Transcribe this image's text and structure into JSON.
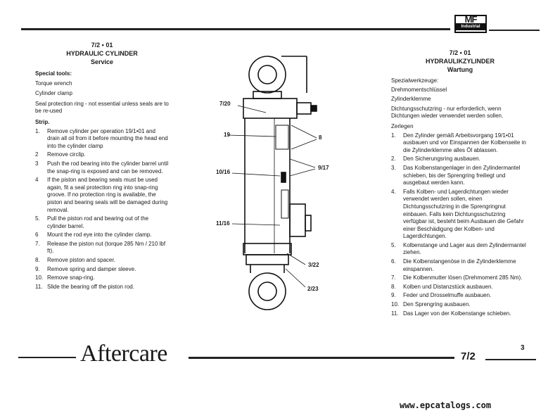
{
  "logo": {
    "mark": "MF",
    "sub": "Industrial"
  },
  "left": {
    "section": "7/2 • 01",
    "title": "HYDRAULIC CYLINDER",
    "subtitle": "Service",
    "tools_heading": "Special tools:",
    "tools": [
      "Torque wrench",
      "Cylinder clamp",
      "Seal protection ring - not essential unless seals are to be re-used"
    ],
    "strip_heading": "Strip.",
    "steps": [
      {
        "n": "1.",
        "t": "Remove cylinder per operation 19/1•01 and drain all oil from it before mounting the head end into the cylinder clamp"
      },
      {
        "n": "2",
        "t": "Remove circlip."
      },
      {
        "n": "3",
        "t": "Push the rod bearing into the cylinder barrel until the snap-ring is exposed and can be removed."
      },
      {
        "n": "4",
        "t": "If the piston and bearing seals must be used again, fit a seal protection ring into snap-ring groove. If no protection ring is available, the piston and bearing seals will be damaged during removal."
      },
      {
        "n": "5.",
        "t": "Pull the piston rod and bearing out of the cylinder barrel."
      },
      {
        "n": "6",
        "t": "Mount the rod eye into the cylinder clamp."
      },
      {
        "n": "7.",
        "t": "Release the piston nut (torque 285 Nm / 210 lbf ft)."
      },
      {
        "n": "8.",
        "t": "Remove piston and spacer."
      },
      {
        "n": "9.",
        "t": "Remove spring and damper sleeve."
      },
      {
        "n": "10.",
        "t": "Remove snap-ring."
      },
      {
        "n": "11.",
        "t": "Slide the bearing off the piston rod."
      }
    ]
  },
  "right": {
    "section": "7/2 • 01",
    "title": "HYDRAULIKZYLINDER",
    "subtitle": "Wartung",
    "tools_heading": "Spezialwerkzeuge:",
    "tools": [
      "Drehmomentschlüssel",
      "Zylinderklemme",
      "Dichtungsschutzring - nur erforderlich, wenn Dichtungen wieder verwendet werden sollen."
    ],
    "strip_heading": "Zerlegen",
    "steps": [
      {
        "n": "1.",
        "t": "Den Zylinder gemäß Arbeitsvorgang 19/1•01 ausbauen und vor Einspannen der Kolbenseite in die Zylinderklemme alles Öl ablassen."
      },
      {
        "n": "2.",
        "t": "Den Sicherungsring ausbauen."
      },
      {
        "n": "3.",
        "t": "Das Kolbenstangenlager in den Zylindermantel schieben, bis der Sprengring freiliegt und ausgebaut werden kann."
      },
      {
        "n": "4.",
        "t": "Falls Kolben- und Lagerdichtungen wieder verwendet werden sollen, einen Dichtungsschutzring in die Sprengringnut einbauen. Falls kein Dichtungsschutzring verfügbar ist, besteht beim Ausbauen die Gefahr einer Beschädigung der Kolben- und Lagerdichtungen."
      },
      {
        "n": "5.",
        "t": "Kolbenstange und Lager aus dem Zylindermantel ziehen."
      },
      {
        "n": "6.",
        "t": "Die Kolbenstangenöse in die Zylinderklemme einspannen."
      },
      {
        "n": "7.",
        "t": "Die Kolbenmutter lösen (Drehmoment 285 Nm)."
      },
      {
        "n": "8.",
        "t": "Kolben und Distanzstück ausbauen."
      },
      {
        "n": "9.",
        "t": "Feder und Drosselmuffe ausbauen."
      },
      {
        "n": "10.",
        "t": "Den Sprengring ausbauen."
      },
      {
        "n": "11.",
        "t": "Das Lager von der Kolbenstange schieben."
      }
    ]
  },
  "diagram": {
    "labels": [
      {
        "key": "a",
        "text": "7/20"
      },
      {
        "key": "b",
        "text": "19"
      },
      {
        "key": "c",
        "text": "8"
      },
      {
        "key": "d",
        "text": "10/16"
      },
      {
        "key": "e",
        "text": "9/17"
      },
      {
        "key": "f",
        "text": "11/16"
      },
      {
        "key": "g",
        "text": "3/22"
      },
      {
        "key": "h",
        "text": "2/23"
      }
    ]
  },
  "footer": {
    "brand": "Aftercare",
    "page_code": "7/2",
    "page_number": "3",
    "website": "www.epcatalogs.com"
  }
}
